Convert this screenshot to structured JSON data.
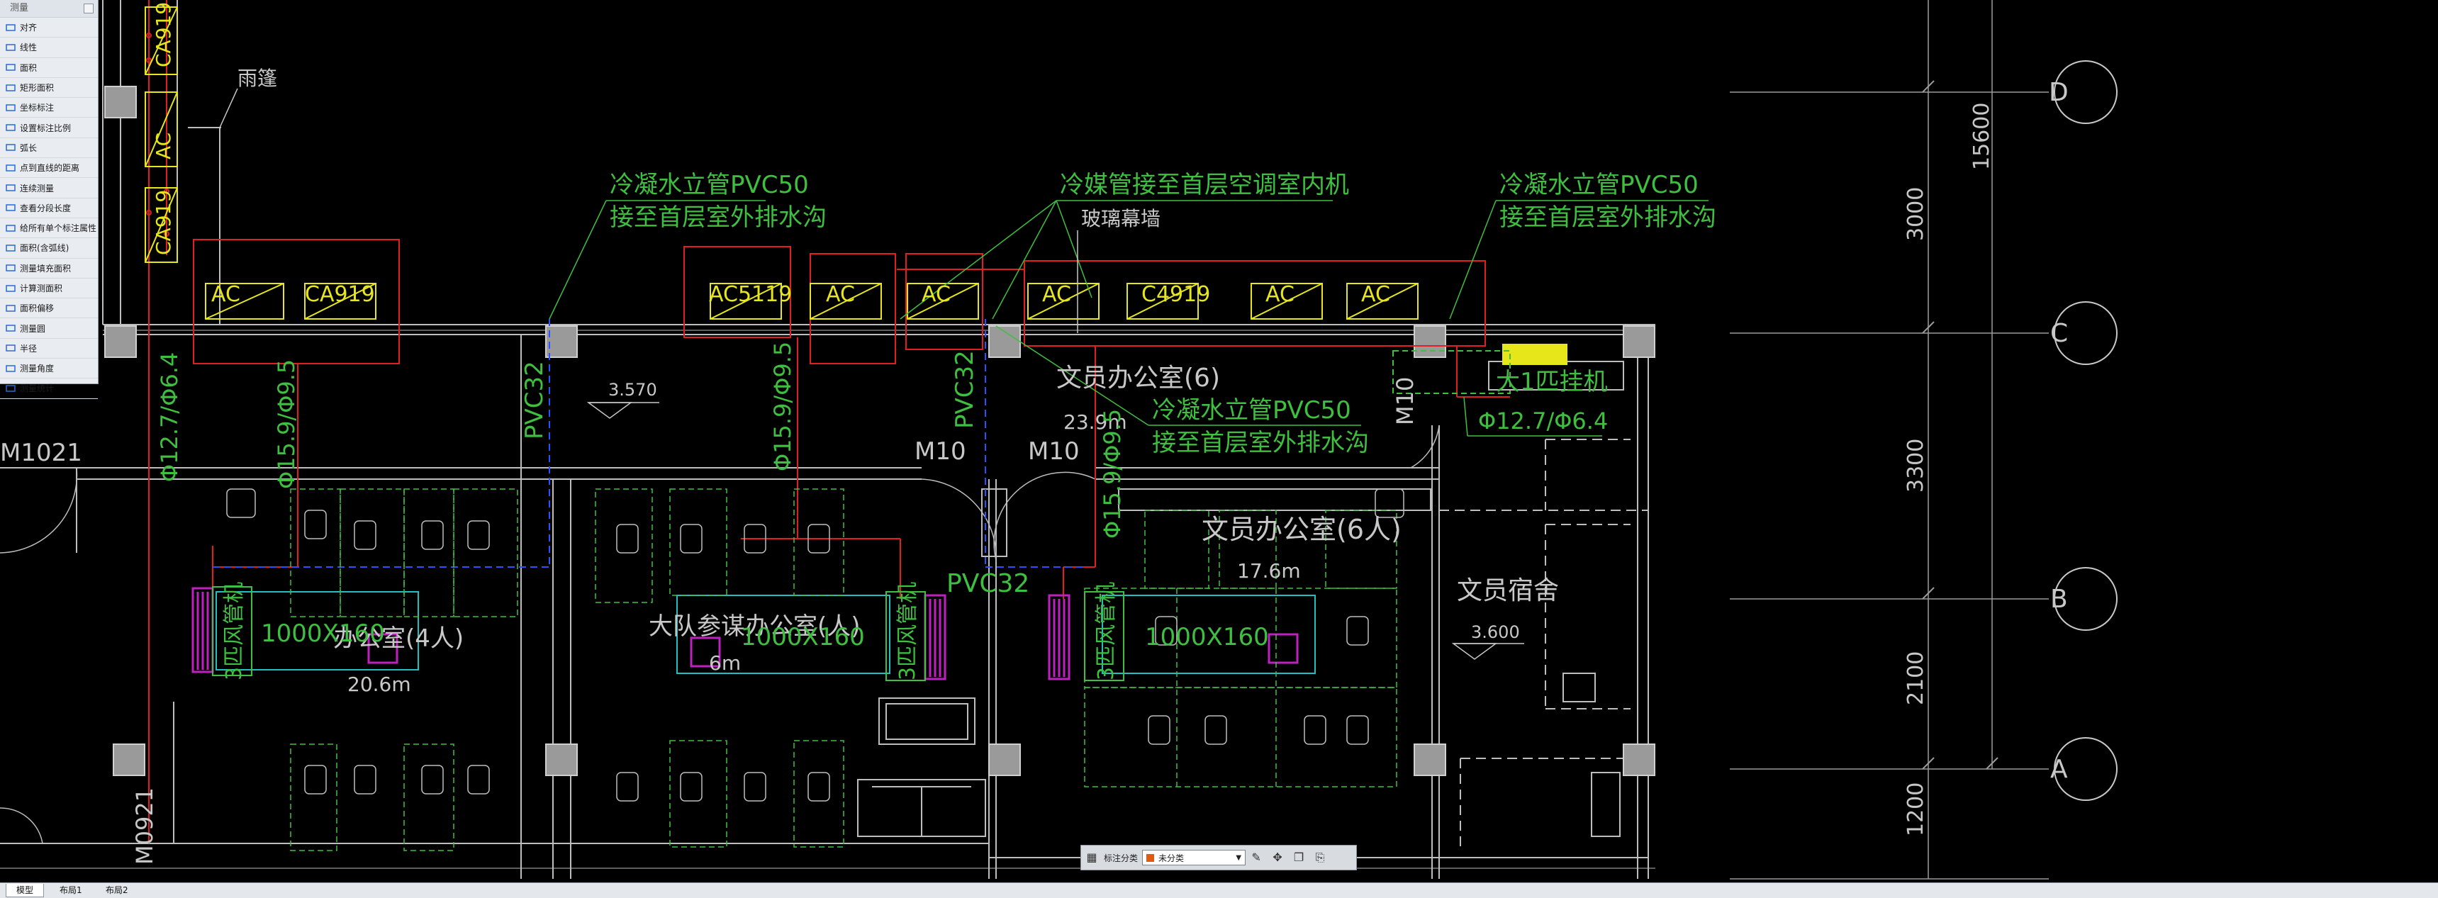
{
  "palette": {
    "title": "测量",
    "items": [
      {
        "label": "对齐",
        "icon": "align-icon"
      },
      {
        "label": "线性",
        "icon": "linear-icon"
      },
      {
        "label": "面积",
        "icon": "area-icon"
      },
      {
        "label": "矩形面积",
        "icon": "rect-area-icon"
      },
      {
        "label": "坐标标注",
        "icon": "coordinate-icon"
      },
      {
        "label": "设置标注比例",
        "icon": "scale-icon"
      },
      {
        "label": "弧长",
        "icon": "arc-icon"
      },
      {
        "label": "点到直线的距离",
        "icon": "point-line-icon"
      },
      {
        "label": "连续测量",
        "icon": "continuous-icon"
      },
      {
        "label": "查看分段长度",
        "icon": "segment-icon"
      },
      {
        "label": "给所有单个标注属性",
        "icon": "property-icon"
      },
      {
        "label": "面积(含弧线)",
        "icon": "arc-area-icon"
      },
      {
        "label": "测量填充面积",
        "icon": "fill-area-icon"
      },
      {
        "label": "计算测面积",
        "icon": "calc-area-icon"
      },
      {
        "label": "面积偏移",
        "icon": "offset-icon"
      },
      {
        "label": "测量圆",
        "icon": "circle-icon"
      },
      {
        "label": "半径",
        "icon": "radius-icon"
      },
      {
        "label": "测量角度",
        "icon": "angle-icon"
      },
      {
        "label": "测量统计",
        "icon": "stats-icon"
      }
    ]
  },
  "tabs": [
    "模型",
    "布局1",
    "布局2"
  ],
  "annotate_toolbar": {
    "label": "标注分类",
    "selected": "未分类",
    "swatch": "#e05a10"
  },
  "colors": {
    "green": "#3fbf3f",
    "red": "#e02020",
    "yellow": "#e6e61a",
    "magenta": "#c020c0",
    "cyan": "#20c0c0",
    "white": "#c8c8c8",
    "blue": "#3050ff"
  },
  "drawing": {
    "notes": [
      {
        "id": "note-left-1",
        "text": "冷凝水立管PVC50"
      },
      {
        "id": "note-left-2",
        "text": "接至首层室外排水沟"
      },
      {
        "id": "note-mid-1",
        "text": "冷媒管接至首层空调室内机"
      },
      {
        "id": "note-right-1",
        "text": "冷凝水立管PVC50"
      },
      {
        "id": "note-right-2",
        "text": "接至首层室外排水沟"
      },
      {
        "id": "note-center-1",
        "text": "冷凝水立管PVC50"
      },
      {
        "id": "note-center-2",
        "text": "接至首层室外排水沟"
      }
    ],
    "labels": {
      "canopy": "雨篷",
      "glass_wall": "玻璃幕墙",
      "m1021": "M1021",
      "m0921": "M0921",
      "m10a": "M10",
      "m10b": "M10",
      "m10c": "M10",
      "pvc32_a": "PVC32",
      "pvc32_b": "PVC32",
      "pvc32_c": "PVC32",
      "elev_3570": "3.570",
      "elev_3600": "3.600",
      "office6_a": "文员办公室(6)",
      "office6_area_a": "23.9m",
      "office6_b": "文员办公室(6人)",
      "office6_area_b": "17.6m",
      "dorm": "文员宿舍",
      "staff_office": "大队参谋办公室(人)",
      "small_office": "办公室(4人)",
      "area_20": "20.6m",
      "area_6": "6m",
      "duct_1": "1000X160",
      "duct_2": "1000X160",
      "duct_3": "1000X160",
      "fan_1": "3匹风管机",
      "fan_2": "3匹风管机",
      "fan_3": "3匹风管机",
      "hang_unit": "大1匹挂机",
      "pipe_size_r": "Φ12.7/Φ6.4",
      "pipe_size_v1": "Φ12.7/Φ6.4",
      "pipe_size_v2": "Φ15.9/Φ9.5",
      "pipe_size_v3": "Φ15.9/Φ9.5",
      "pipe_size_v4": "Φ15.9/Φ9.5",
      "ac": "AC",
      "ca919_1": "CA919",
      "ca919_2": "CA919",
      "ca919_3": "CA919",
      "ca5119": "AC5119",
      "c4919": "C4919"
    },
    "axes": [
      {
        "id": "axis-D",
        "label": "D"
      },
      {
        "id": "axis-C",
        "label": "C"
      },
      {
        "id": "axis-B",
        "label": "B"
      },
      {
        "id": "axis-A",
        "label": "A"
      }
    ],
    "dims": {
      "total": "15600",
      "d1": "3000",
      "d2": "3300",
      "d3": "2100",
      "d4": "1200"
    }
  }
}
